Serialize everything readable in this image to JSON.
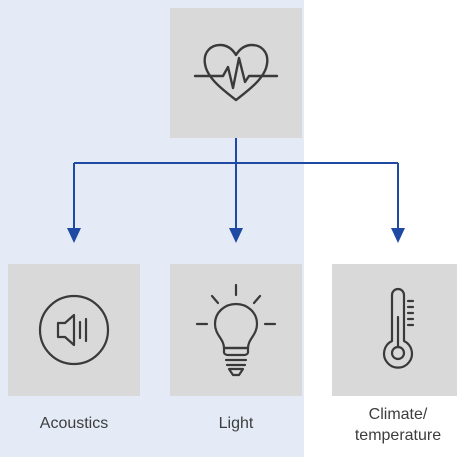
{
  "colors": {
    "band": "#e4ebf6",
    "tile": "#d9d9d9",
    "connector": "#1f4aa3",
    "icon_stroke": "#3a3a3a",
    "label_text": "#3d3d3d"
  },
  "top_node": {
    "icon": "heart-pulse-icon"
  },
  "children": [
    {
      "icon": "speaker-icon",
      "label": "Acoustics"
    },
    {
      "icon": "light-bulb-icon",
      "label": "Light"
    },
    {
      "icon": "thermometer-icon",
      "label_line1": "Climate/",
      "label_line2": "temperature"
    }
  ]
}
